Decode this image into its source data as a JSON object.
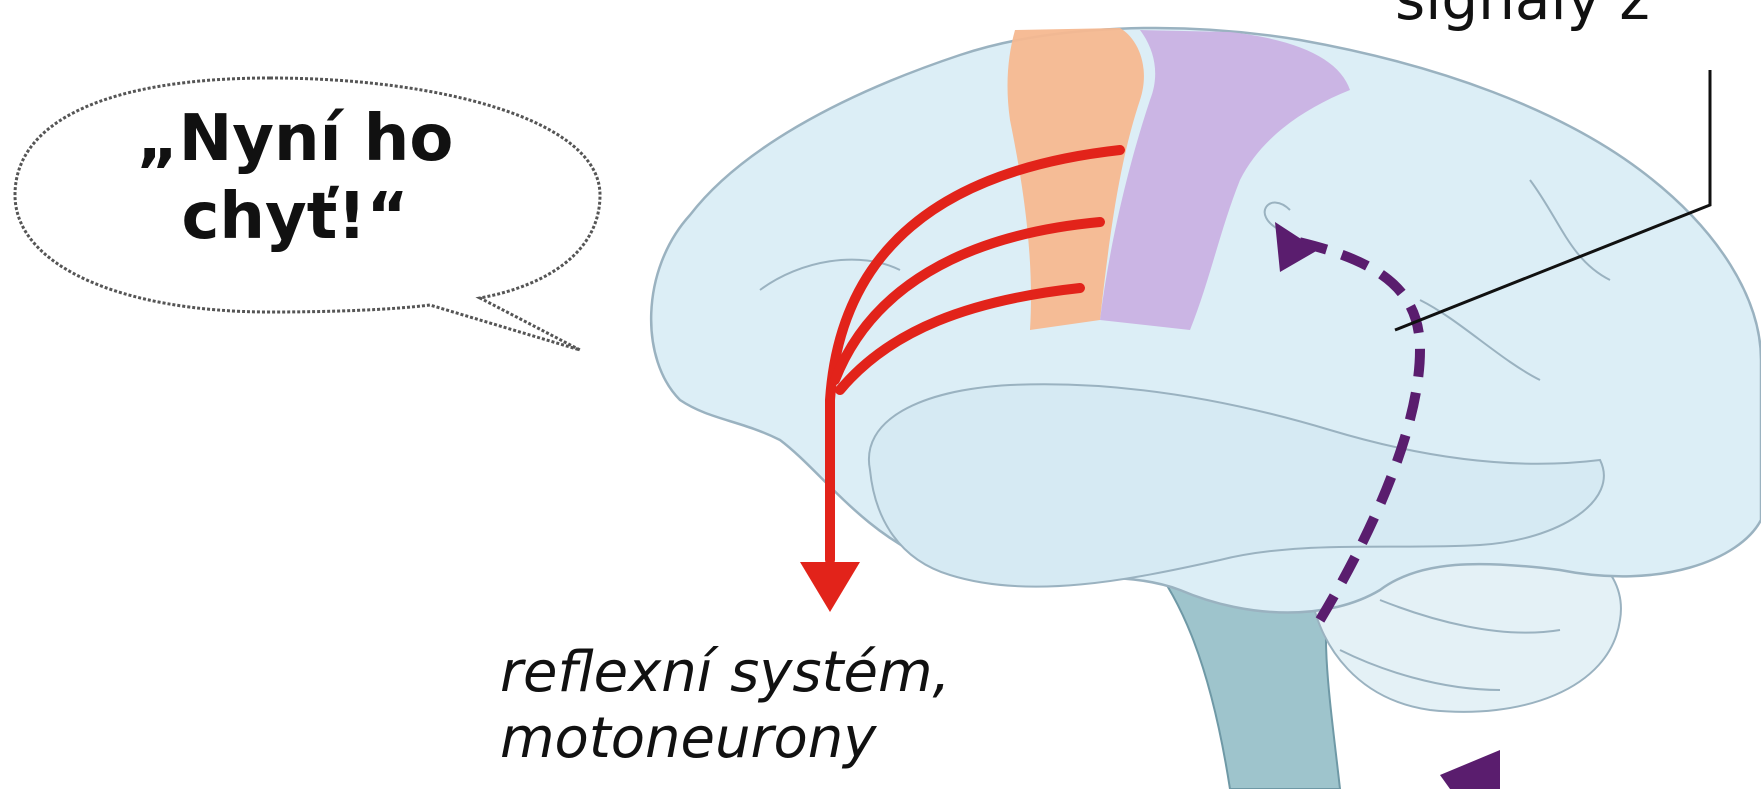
{
  "speech_bubble": {
    "line1": "„Nyní ho",
    "line2": "chyť!“"
  },
  "caption": {
    "line1": "reflexní systém,",
    "line2": "motoneurony"
  },
  "top_label": "signály z",
  "colors": {
    "brain_fill": "#dceef6",
    "brain_outline": "#9ab2c0",
    "stem_fill": "#9ec4cc",
    "motor_area": "#f6b890",
    "sensory_area": "#c9b1e3",
    "red_arrow": "#e2231a",
    "purple_arrow": "#5a1d6e",
    "leader_line": "#111111"
  }
}
